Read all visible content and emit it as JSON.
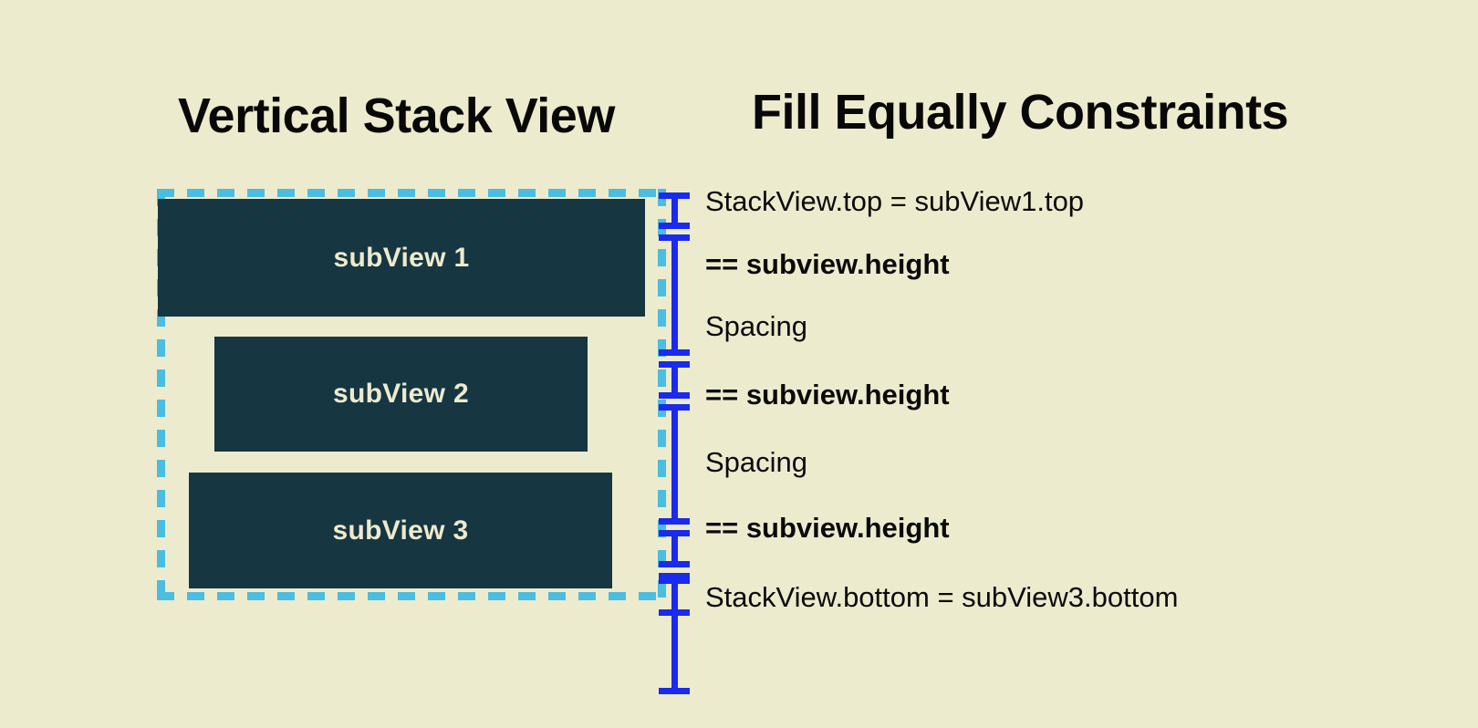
{
  "background_color": "#EDEBCD",
  "colors": {
    "background": "#EDEBCD",
    "subview_fill": "#163642",
    "subview_text": "#EDEBCD",
    "dashed_border": "#4BBDE0",
    "bracket_blue": "#1A2AEE",
    "heading_text": "#080808"
  },
  "headings": {
    "left": "Vertical Stack View",
    "right": "Fill Equally Constraints"
  },
  "stack": {
    "container_name": "StackView",
    "subviews": [
      {
        "label": "subView 1"
      },
      {
        "label": "subView 2"
      },
      {
        "label": "subView 3"
      }
    ]
  },
  "constraints": [
    {
      "text": "StackView.top = subView1.top",
      "style": "regular",
      "measure": "anchor"
    },
    {
      "text": "== subview.height",
      "style": "bold",
      "measure": "height"
    },
    {
      "text": "Spacing",
      "style": "regular",
      "measure": "spacing"
    },
    {
      "text": "== subview.height",
      "style": "bold",
      "measure": "height"
    },
    {
      "text": "Spacing",
      "style": "regular",
      "measure": "spacing"
    },
    {
      "text": "== subview.height",
      "style": "bold",
      "measure": "height"
    },
    {
      "text": "StackView.bottom = subView3.bottom",
      "style": "regular",
      "measure": "anchor"
    }
  ]
}
